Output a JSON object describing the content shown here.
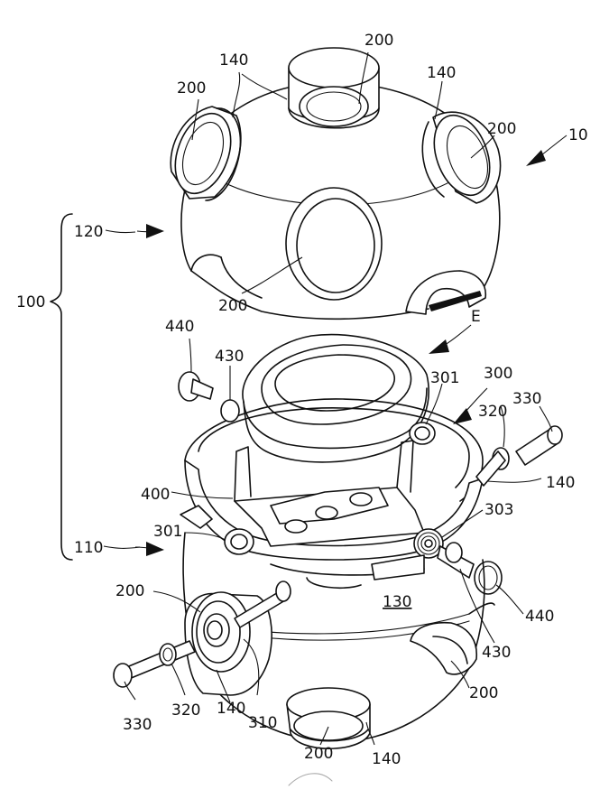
{
  "labels": {
    "l10": "10",
    "l100": "100",
    "l110": "110",
    "l120": "120",
    "l130": "130",
    "l140a": "140",
    "l140b": "140",
    "l140c": "140",
    "l140d": "140",
    "l140e": "140",
    "l200a": "200",
    "l200b": "200",
    "l200c": "200",
    "l200d": "200",
    "l200e": "200",
    "l200f": "200",
    "l200g": "200",
    "l300": "300",
    "l301a": "301",
    "l301b": "301",
    "l303": "303",
    "l310": "310",
    "l320a": "320",
    "l320b": "320",
    "l330a": "330",
    "l330b": "330",
    "l400": "400",
    "l430a": "430",
    "l430b": "430",
    "l440a": "440",
    "l440b": "440",
    "lE": "E"
  }
}
